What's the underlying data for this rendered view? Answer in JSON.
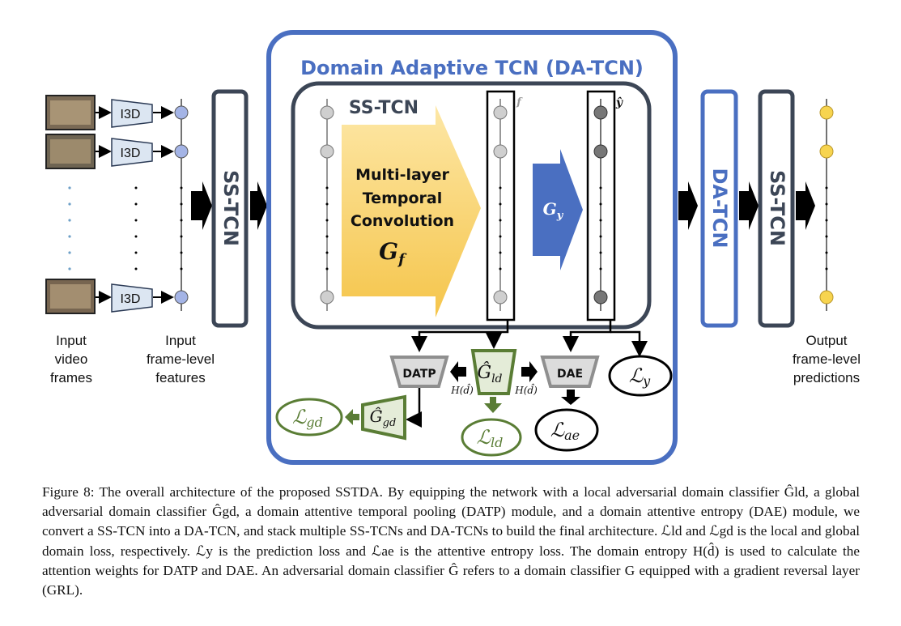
{
  "title": "Domain Adaptive TCN (DA-TCN)",
  "inner_title": "SS-TCN",
  "left_labels": {
    "videos": "Input\nvideo\nframes",
    "features": "Input\nframe-level\nfeatures"
  },
  "right_label": "Output\nframe-level\npredictions",
  "i3d": "I3D",
  "stage_blocks": {
    "ss_tcn_left": "SS-TCN",
    "da_tcn": "DA-TCN",
    "ss_tcn_right": "SS-TCN"
  },
  "temporal_conv": {
    "line1": "Multi-layer",
    "line2": "Temporal",
    "line3": "Convolution",
    "symbol": "G",
    "sub": "f"
  },
  "gy": {
    "symbol": "G",
    "sub": "y"
  },
  "feature_col_label": "f",
  "pred_col_label": "ŷ",
  "modules": {
    "datp": "DATP",
    "dae": "DAE",
    "gld": "Ĝ",
    "gld_sub": "ld",
    "ggd": "Ĝ",
    "ggd_sub": "gd"
  },
  "entropy_left": "H(d̂)",
  "entropy_right": "H(d̂)",
  "losses": {
    "ly": "ℒ",
    "ly_sub": "y",
    "lae": "ℒ",
    "lae_sub": "ae",
    "lld": "ℒ",
    "lld_sub": "ld",
    "lgd": "ℒ",
    "lgd_sub": "gd"
  },
  "caption": "Figure 8: The overall architecture of the proposed SSTDA. By equipping the network with a local adversarial domain classifier Ĝld, a global adversarial domain classifier Ĝgd, a domain attentive temporal pooling (DATP) module, and a domain attentive entropy (DAE) module, we convert a SS-TCN into a DA-TCN, and stack multiple SS-TCNs and DA-TCNs to build the final architecture. ℒld and ℒgd is the local and global domain loss, respectively. ℒy is the prediction loss and ℒae is the attentive entropy loss. The domain entropy H(d̂) is used to calculate the attention weights for DATP and DAE. An adversarial domain classifier Ĝ refers to a domain classifier G equipped with a gradient reversal layer (GRL).",
  "colors": {
    "blue": "#4a6fc1",
    "dark": "#3c4656",
    "green": "#5a7d35",
    "yellow": "#f4c542",
    "gray": "#8f8f8f"
  }
}
